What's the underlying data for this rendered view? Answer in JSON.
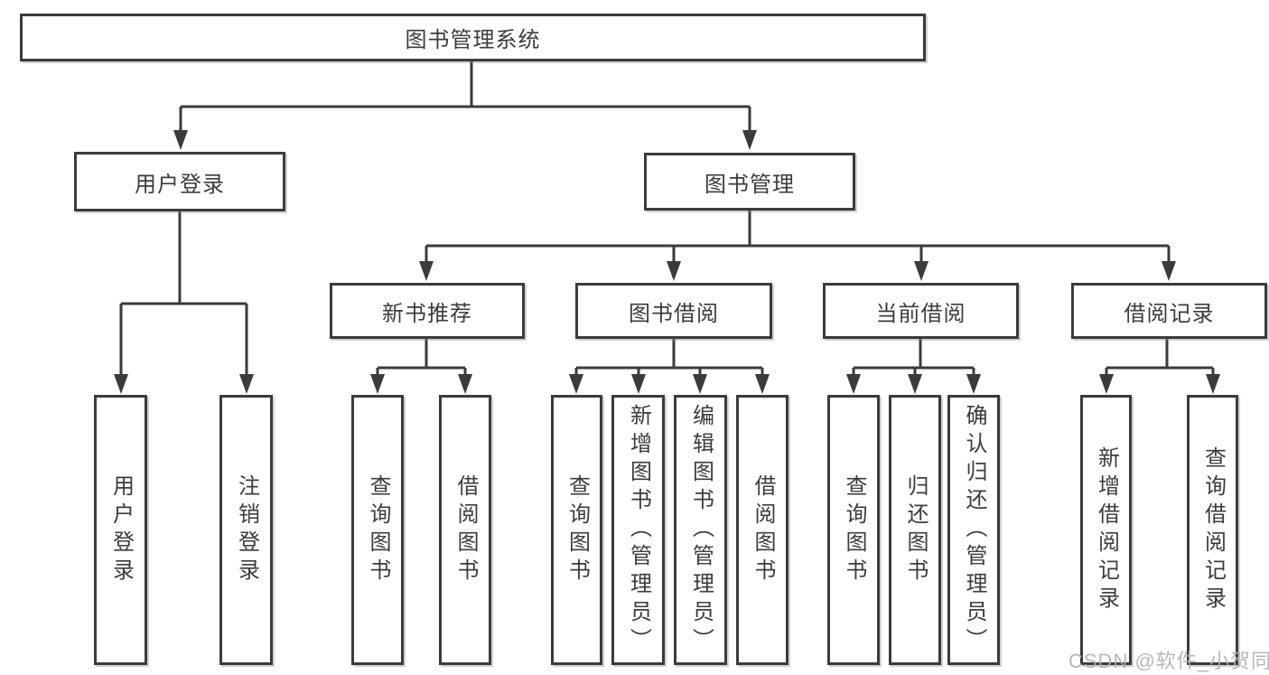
{
  "diagram": {
    "type": "hierarchy-tree",
    "nodes": {
      "root": "图书管理系统",
      "user_login": "用户登录",
      "book_mgmt": "图书管理",
      "login_children": [
        "用户登录",
        "注销登录"
      ],
      "mgmt_children": [
        "新书推荐",
        "图书借阅",
        "当前借阅",
        "借阅记录"
      ],
      "new_book_children": [
        "查询图书",
        "借阅图书"
      ],
      "borrow_children": [
        "查询图书",
        "新增图书（管理员）",
        "编辑图书（管理员）",
        "借阅图书"
      ],
      "current_children": [
        "查询图书",
        "归还图书",
        "确认归还（管理员）"
      ],
      "record_children": [
        "新增借阅记录",
        "查询借阅记录"
      ]
    },
    "colors": {
      "line": "#3b3b3b",
      "box_fill": "#ffffff",
      "text": "#3c3c3c",
      "watermark": "#b1b1b1"
    }
  },
  "watermark": {
    "text": "CSDN @软件_小贺同学"
  }
}
